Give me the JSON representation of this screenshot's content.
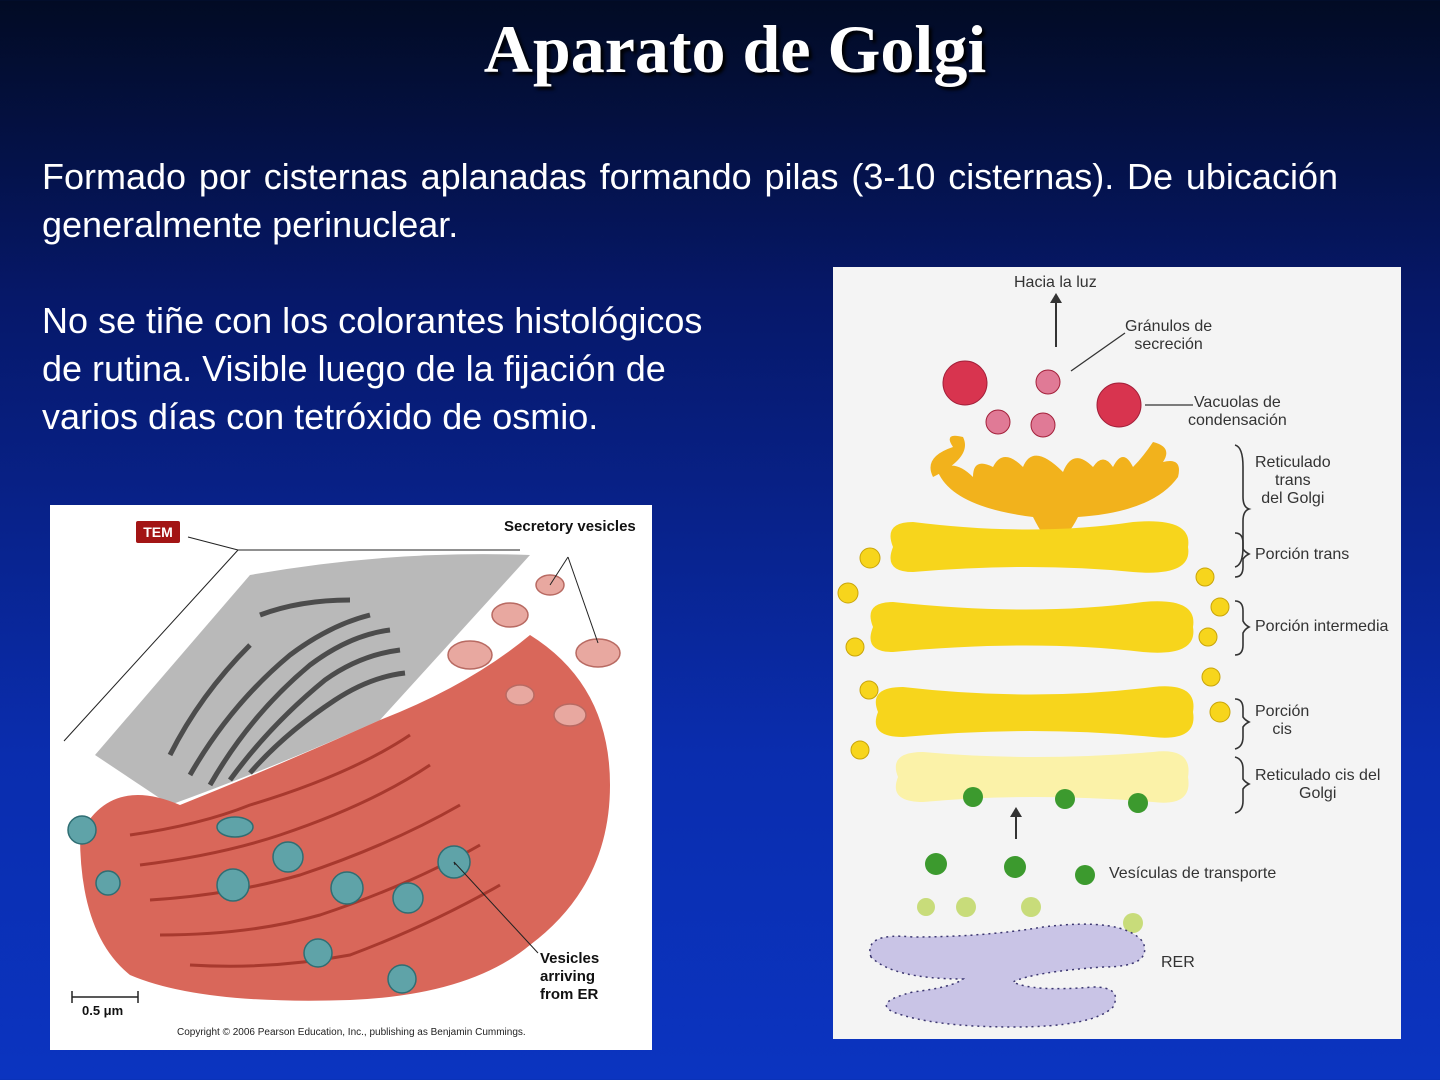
{
  "title": "Aparato de Golgi",
  "paragraph1": "Formado por cisternas aplanadas formando pilas (3-10 cisternas). De ubicación generalmente perinuclear.",
  "paragraph2": "No se tiñe con los colorantes histológicos\n de rutina. Visible luego de la fijación de\nvarios días con tetróxido de osmio.",
  "left_figure": {
    "badge": "TEM",
    "secretory_vesicles": "Secretory vesicles",
    "vesicles_arriving_line1": "Vesicles",
    "vesicles_arriving_line2": "arriving",
    "vesicles_arriving_line3": "from ER",
    "scale": "0.5 μm",
    "copyright": "Copyright © 2006 Pearson Education, Inc., publishing as Benjamin Cummings."
  },
  "right_figure": {
    "hacia_la_luz": "Hacia la luz",
    "granulos_1": "Gránulos de",
    "granulos_2": "secreción",
    "vacuolas_1": "Vacuolas de",
    "vacuolas_2": "condensación",
    "reticulado_trans_1": "Reticulado",
    "reticulado_trans_2": "trans",
    "reticulado_trans_3": "del Golgi",
    "porcion_trans": "Porción trans",
    "porcion_intermedia": "Porción intermedia",
    "porcion_cis_1": "Porción",
    "porcion_cis_2": "cis",
    "reticulado_cis_1": "Reticulado cis del",
    "reticulado_cis_2": "Golgi",
    "vesiculas_transporte": "Vesículas de transporte",
    "rer": "RER"
  },
  "colors": {
    "background_top": "#020b24",
    "background_bottom": "#0b34c0",
    "cisterna_yellow": "#f7d51c",
    "trans_orange": "#f2b21c",
    "granule_red": "#d8344f",
    "vesicle_green": "#3c9a2e",
    "rer_lavender": "#c9c4e6"
  }
}
